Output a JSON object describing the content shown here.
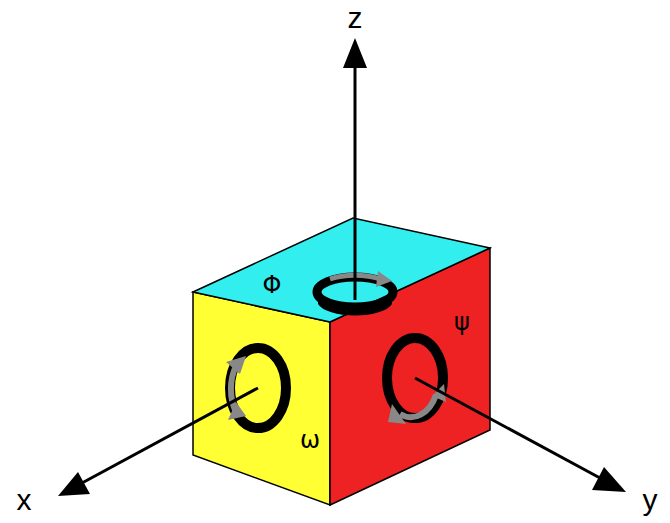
{
  "diagram": {
    "labels": [
      "z",
      "Φ",
      "ψ",
      "x",
      "ω",
      "y"
    ]
  }
}
